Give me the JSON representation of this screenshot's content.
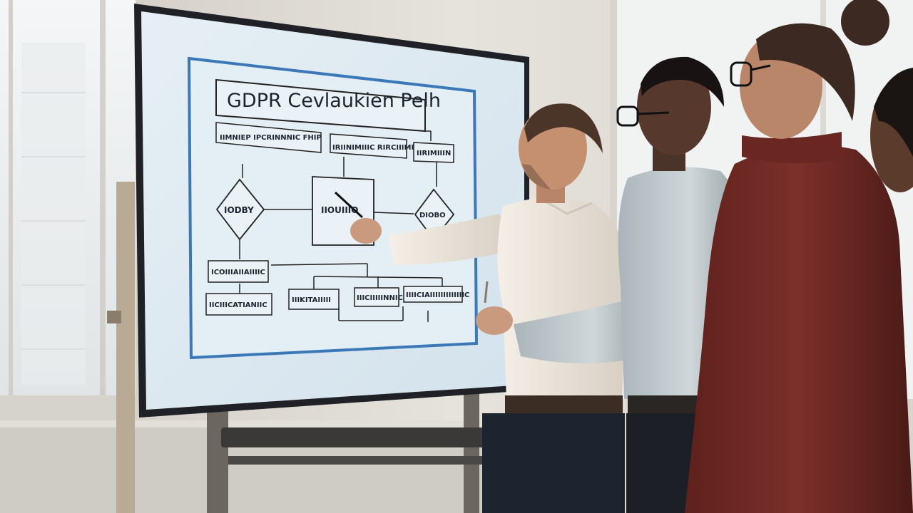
{
  "whiteboard": {
    "title": "GDPR Cevlaukien Pelh",
    "boxes": {
      "top_left": "IIMNIEP IPCRINNNIC FHIP",
      "top_center": "IRIINIMIIIC RIRCIIIMP",
      "top_right": "IIRIMIIIN"
    },
    "nodes": {
      "left_diamond": "IODBY",
      "center_box": "IIOUIIIO",
      "right_diamond": "DIOBO"
    },
    "lower": {
      "left_1": "ICOIIIAIIAIIIIC",
      "left_2": "IICIIICATIANIIC",
      "mid_1": "IIIKITAIIIII",
      "mid_2": "IIICIIIIINNIC",
      "right_1": "IIIICIAIIIIIIIIIIIIIC"
    }
  },
  "colors": {
    "wall": "#e4e1dc",
    "window": "#eef2f4",
    "screen": "#dde9f0",
    "diagram_border": "#3a78b8",
    "shirt_presenter": "#efe8df",
    "shirt_second": "#c9d2d6",
    "sweater_third": "#7a2e28"
  }
}
